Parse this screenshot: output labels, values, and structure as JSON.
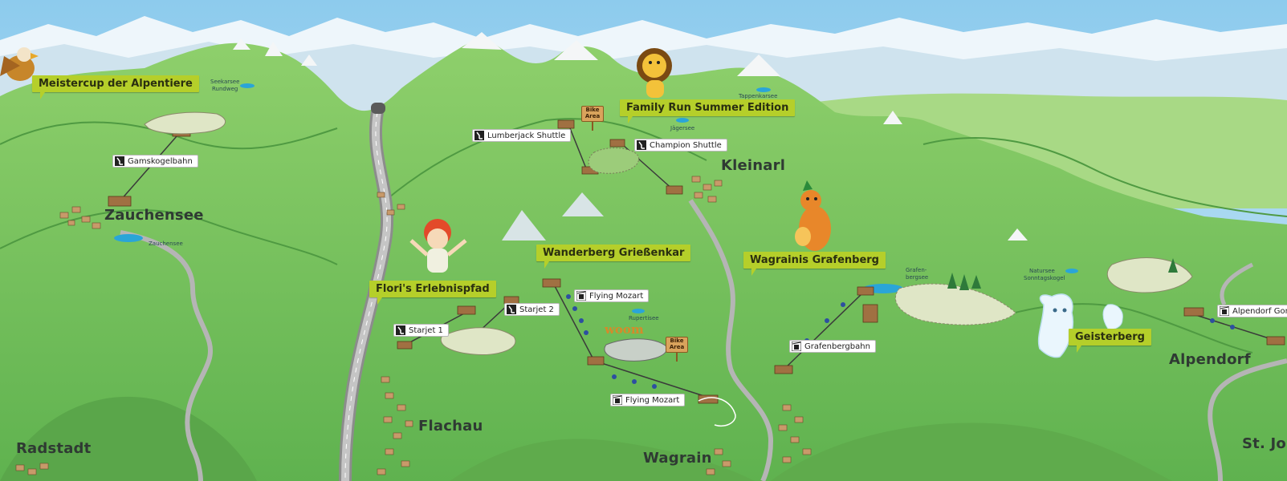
{
  "towns": {
    "zauchensee": "Zauchensee",
    "kleinarl": "Kleinarl",
    "flachau": "Flachau",
    "radstadt": "Radstadt",
    "wagrain": "Wagrain",
    "alpendorf": "Alpendorf",
    "st_johann": "St. Joh"
  },
  "attractions": {
    "meistercup": "Meistercup der Alpentiere",
    "family_run": "Family Run Summer Edition",
    "wanderberg": "Wanderberg Grießenkar",
    "wagrainis": "Wagrainis Grafenberg",
    "floris": "Flori's Erlebnispfad",
    "geisterberg": "Geisterberg"
  },
  "lifts": {
    "gamskogelbahn": "Gamskogelbahn",
    "lumberjack": "Lumberjack Shuttle",
    "champion": "Champion Shuttle",
    "flying_mozart_top": "Flying Mozart",
    "flying_mozart_bottom": "Flying Mozart",
    "starjet1": "Starjet 1",
    "starjet2": "Starjet 2",
    "grafenbergbahn": "Grafenbergbahn",
    "alpendorf_gondel": "Alpendorf Gon"
  },
  "small_labels": {
    "seekarsee_1": "Seekarsee",
    "seekarsee_2": "Rundweg",
    "tappenkarsee": "Tappenkarsee",
    "jaegersee": "Jägersee",
    "zauchensee_lake": "Zauchensee",
    "rupertisee": "Rupertisee",
    "grafenberg_1": "Grafen-",
    "grafenberg_2": "bergsee",
    "natursee_1": "Natursee",
    "natursee_2": "Sonntagskogel"
  },
  "signs": {
    "bike_area_top_1": "Bike",
    "bike_area_top_2": "Area",
    "bike_area_mid_1": "Bike",
    "bike_area_mid_2": "Area"
  },
  "logos": {
    "woom": "woom"
  },
  "colors": {
    "sky": "#9dd3ee",
    "meadow": "#7cc463",
    "meadow_dark": "#5aa84a",
    "label_green": "#b5cf2a",
    "road": "#9a9a9a",
    "water": "#2aa5d8"
  }
}
